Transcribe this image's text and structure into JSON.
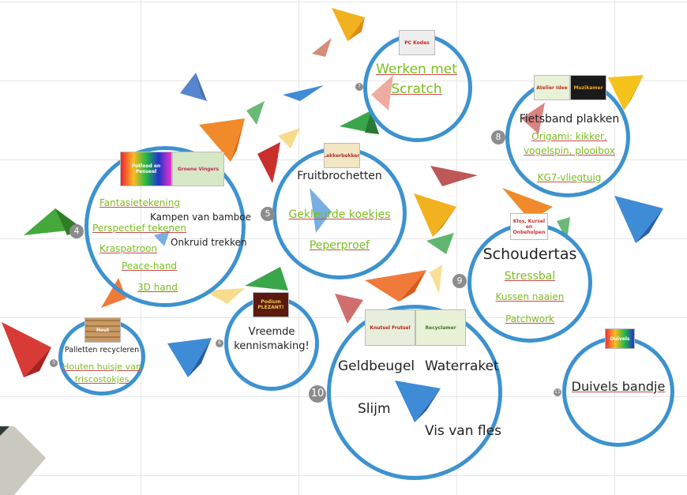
{
  "bubbles": {
    "c4": {
      "number": "4",
      "thumbs": [
        "Potlood en Penseel",
        "Groene Vingers"
      ],
      "items": [
        "Fantasietekening",
        "Kampen van bamboe",
        "Perspectief tekenen",
        "Onkruid trekken",
        "Kraspatroon",
        "Peace-hand",
        "3D hand"
      ]
    },
    "c5": {
      "number": "5",
      "thumb": "Lekkerbekken",
      "items": [
        "Fruitbrochetten",
        "Gekleurde koekjes",
        "Peperproef"
      ]
    },
    "c7": {
      "number": "7",
      "thumb": "PC Kodes",
      "items": [
        "Werken met",
        "Scratch"
      ]
    },
    "c8": {
      "number": "8",
      "thumbs": [
        "Atelier Idee",
        "Muzikamer"
      ],
      "items": [
        "Fietsband plakken",
        "Origami: kikker,",
        "vogelspin, plooibox",
        "KG7-vliegtuig"
      ]
    },
    "c9": {
      "number": "9",
      "thumb": "Klos, Kursel en Onbeholpen",
      "items": [
        "Schoudertas",
        "Stressbal",
        "Kussen naaien",
        "Patchwork"
      ]
    },
    "c6": {
      "number": "6",
      "thumb": "Podium PLEZANT!",
      "items": [
        "Vreemde",
        "kennismaking!"
      ]
    },
    "c3": {
      "number": "3",
      "thumb": "Hout",
      "items": [
        "Palletten recycleren",
        "Houten huisje van",
        "friscostokjes"
      ]
    },
    "c10": {
      "number": "10",
      "thumbs": [
        "Knutsel Frutsel",
        "Recyclamer"
      ],
      "items": [
        "Geldbeugel",
        "Waterraket",
        "Slijm",
        "Vis van fles"
      ]
    },
    "c11": {
      "number": "11",
      "thumb": "Duivels",
      "items": [
        "Duivels bandje"
      ]
    }
  },
  "colors": {
    "ring": "#3d92cf",
    "link": "#7cbd1e",
    "text": "#222222"
  },
  "decorations": [
    "origami-bird-icon"
  ]
}
